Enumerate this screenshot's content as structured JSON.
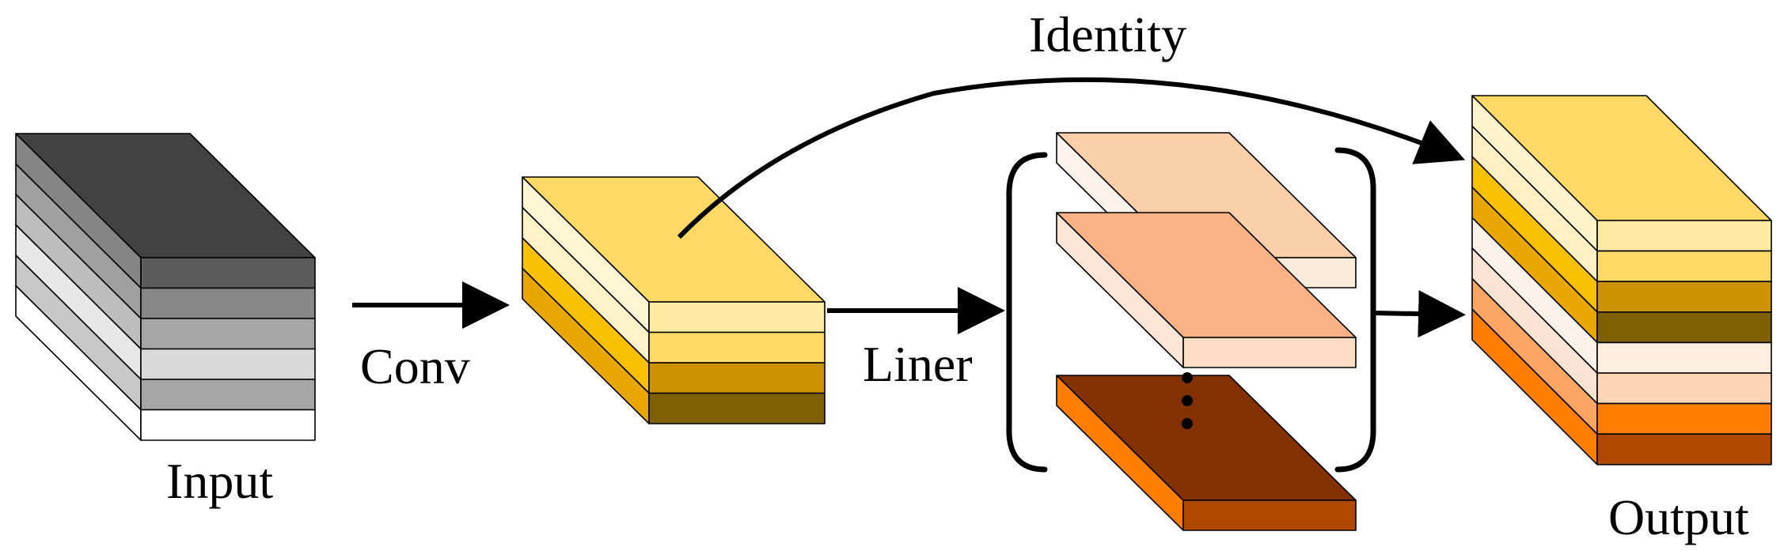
{
  "labels": {
    "identity": "Identity",
    "input": "Input",
    "conv": "Conv",
    "liner": "Liner",
    "output": "Output"
  },
  "colors": {
    "input_top": "#424242",
    "input_layers": [
      "#5c5c5c",
      "#878787",
      "#a6a6a6",
      "#d9d9d9",
      "#a6a6a6",
      "#ffffff"
    ],
    "conv_top": "#fed966",
    "conv_layers": [
      "#feeaa1",
      "#fed966",
      "#cc9200",
      "#7f6000"
    ],
    "liner_block_1": "#fbcfaa",
    "liner_block_2": "#f9b285",
    "liner_block_3": "#843100",
    "output_top": "#fed966",
    "output_layers": [
      "#feeaa1",
      "#fed966",
      "#cc9200",
      "#7f6000",
      "#fdeee0",
      "#fbd5b5",
      "#ff7e00",
      "#b04800"
    ]
  }
}
